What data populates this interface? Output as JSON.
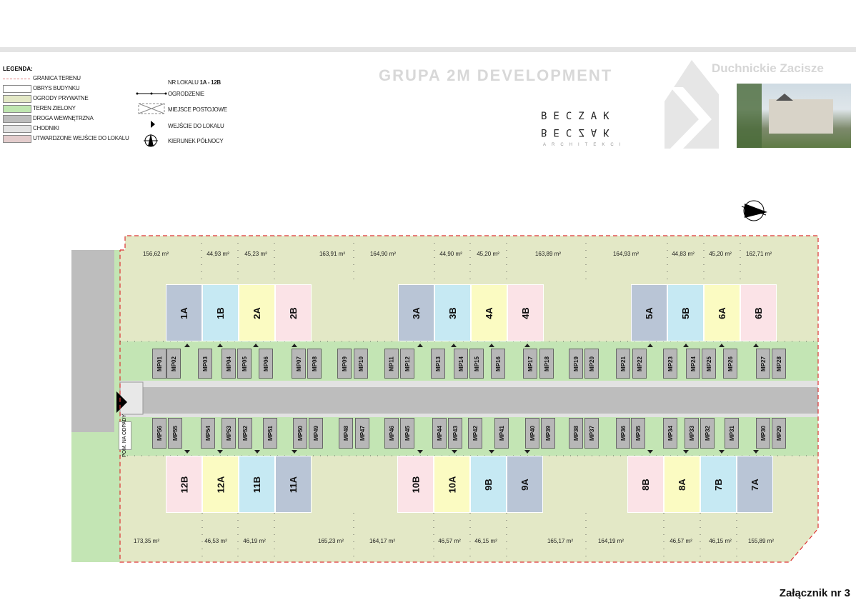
{
  "legend": {
    "title": "LEGENDA:",
    "items": [
      {
        "label": "GRANICA TERENU",
        "color": "#e08080"
      },
      {
        "label": "OBRYS BUDYNKU",
        "color": "#ffffff"
      },
      {
        "label": "OGRODY PRYWATNE",
        "color": "#e3e8c6"
      },
      {
        "label": "TEREN ZIELONY",
        "color": "#bfe6b0"
      },
      {
        "label": "DROGA WEWNĘTRZNA",
        "color": "#bdbdbd"
      },
      {
        "label": "CHODNIKI",
        "color": "#e2e2e2"
      },
      {
        "label": "UTWARDZONE WEJŚCIE DO LOKALU",
        "color": "#e3cccc"
      }
    ],
    "nr_lokalu_label": "NR LOKALU",
    "nr_lokalu_range": "1A - 12B",
    "symbols": [
      "OGRODZENIE",
      "MIEJSCE POSTOJOWE",
      "WEJŚCIE DO LOKALU",
      "KIERUNEK PÓŁNOCY"
    ]
  },
  "branding": {
    "developer": "GRUPA 2M DEVELOPMENT",
    "architect_top": "BECZAK",
    "architect_mirror": "BECZAK",
    "architect_sub": "ARCHITEKCI",
    "project": "Duchnickie Zacisze"
  },
  "waste_room": "POM. NA ODPADY",
  "units_top": [
    "1A",
    "1B",
    "2A",
    "2B",
    "3A",
    "3B",
    "4A",
    "4B",
    "5A",
    "5B",
    "6A",
    "6B"
  ],
  "units_bottom": [
    "12B",
    "12A",
    "11B",
    "11A",
    "10B",
    "10A",
    "9B",
    "9A",
    "8B",
    "8A",
    "7B",
    "7A"
  ],
  "unit_colors": {
    "A_dark": "#b9c5d6",
    "B_light": "#c6e9f3",
    "A_yellow": "#fbfbc2",
    "B_pink": "#fbe3e7"
  },
  "parking_top": [
    "MP01",
    "MP02",
    "MP03",
    "MP04",
    "MP05",
    "MP06",
    "MP07",
    "MP08",
    "MP09",
    "MP10",
    "MP11",
    "MP12",
    "MP13",
    "MP14",
    "MP15",
    "MP16",
    "MP17",
    "MP18",
    "MP19",
    "MP20",
    "MP21",
    "MP22",
    "MP23",
    "MP24",
    "MP25",
    "MP26",
    "MP27",
    "MP28"
  ],
  "parking_bottom": [
    "MP56",
    "MP55",
    "MP54",
    "MP53",
    "MP52",
    "MP51",
    "MP50",
    "MP49",
    "MP48",
    "MP47",
    "MP46",
    "MP45",
    "MP44",
    "MP43",
    "MP42",
    "MP41",
    "MP40",
    "MP39",
    "MP38",
    "MP37",
    "MP36",
    "MP35",
    "MP34",
    "MP33",
    "MP32",
    "MP31",
    "MP30",
    "MP29"
  ],
  "areas_top": [
    "156,62 m²",
    "44,93 m²",
    "45,23 m²",
    "163,91 m²",
    "164,90 m²",
    "44,90 m²",
    "45,20 m²",
    "163,89 m²",
    "164,93 m²",
    "44,83 m²",
    "45,20 m²",
    "162,71 m²"
  ],
  "areas_bottom": [
    "173,35 m²",
    "46,53 m²",
    "46,19 m²",
    "165,23 m²",
    "164,17 m²",
    "46,57 m²",
    "46,15 m²",
    "165,17 m²",
    "164,19 m²",
    "46,57 m²",
    "46,15 m²",
    "155,89 m²"
  ],
  "attachment": "Załącznik nr 3"
}
